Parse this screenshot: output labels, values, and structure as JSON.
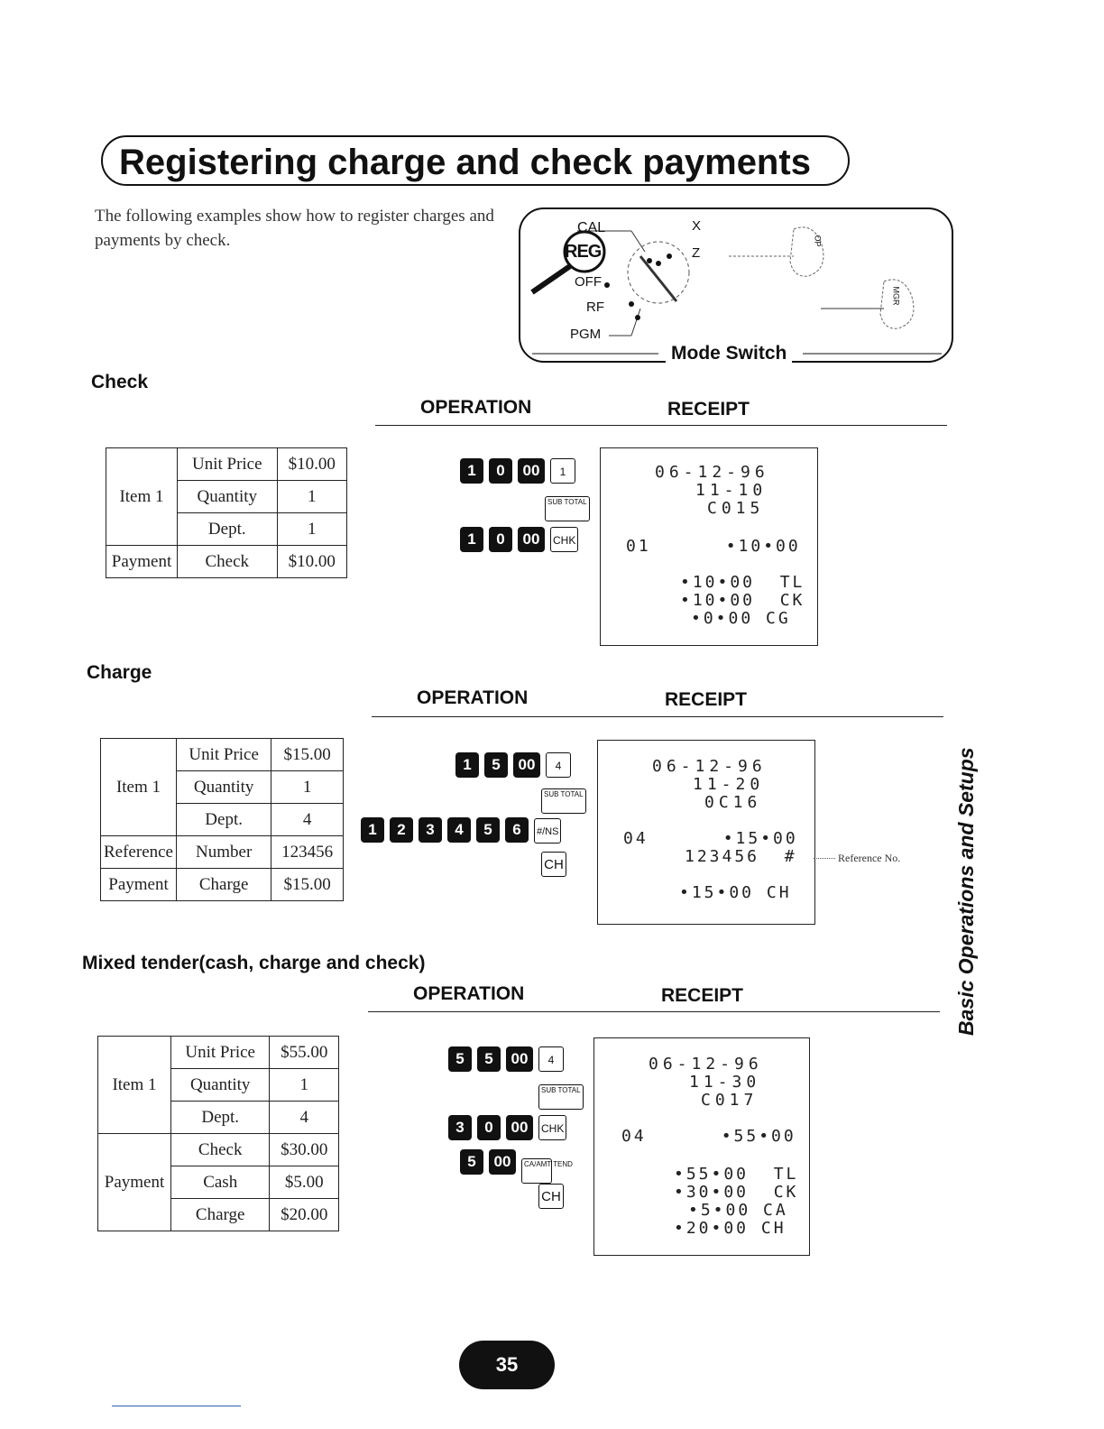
{
  "title": "Registering charge and check payments",
  "intro": "The following examples show how to register charges and payments by check.",
  "mode_switch": {
    "label": "Mode Switch",
    "positions": [
      "CAL",
      "REG",
      "OFF",
      "RF",
      "PGM",
      "X",
      "Z"
    ],
    "keys": [
      "OP",
      "MGR"
    ]
  },
  "headers": {
    "operation": "OPERATION",
    "receipt": "RECEIPT"
  },
  "sections": [
    {
      "name": "Check",
      "table": [
        [
          "Item 1",
          "Unit Price",
          "$10.00"
        ],
        [
          "",
          "Quantity",
          "1"
        ],
        [
          "",
          "Dept.",
          "1"
        ],
        [
          "Payment",
          "Check",
          "$10.00"
        ]
      ],
      "operation": [
        {
          "digits": [
            "1",
            "0",
            "00"
          ],
          "func": "1"
        },
        {
          "digits": [],
          "func": "SUB TOTAL"
        },
        {
          "digits": [
            "1",
            "0",
            "00"
          ],
          "func": "CHK"
        }
      ],
      "receipt": [
        "06-12-96",
        "11-10",
        "C015",
        "01      •10•00",
        "•10•00  TL",
        "•10•00  CK",
        "•0•00 CG"
      ]
    },
    {
      "name": "Charge",
      "table": [
        [
          "Item 1",
          "Unit Price",
          "$15.00"
        ],
        [
          "",
          "Quantity",
          "1"
        ],
        [
          "",
          "Dept.",
          "4"
        ],
        [
          "Reference",
          "Number",
          "123456"
        ],
        [
          "Payment",
          "Charge",
          "$15.00"
        ]
      ],
      "operation": [
        {
          "digits": [
            "1",
            "5",
            "00"
          ],
          "func": "4"
        },
        {
          "digits": [],
          "func": "SUB TOTAL"
        },
        {
          "digits": [
            "1",
            "2",
            "3",
            "4",
            "5",
            "6"
          ],
          "func": "#/NS"
        },
        {
          "digits": [],
          "func": "CH"
        }
      ],
      "receipt": [
        "06-12-96",
        "11-20",
        "0C16",
        "04      •15•00",
        "123456  #",
        "•15•00 CH"
      ],
      "note": "Reference No."
    },
    {
      "name": "Mixed tender(cash, charge and check)",
      "table": [
        [
          "Item 1",
          "Unit Price",
          "$55.00"
        ],
        [
          "",
          "Quantity",
          "1"
        ],
        [
          "",
          "Dept.",
          "4"
        ],
        [
          "Payment",
          "Check",
          "$30.00"
        ],
        [
          "",
          "Cash",
          "$5.00"
        ],
        [
          "",
          "Charge",
          "$20.00"
        ]
      ],
      "operation": [
        {
          "digits": [
            "5",
            "5",
            "00"
          ],
          "func": "4"
        },
        {
          "digits": [],
          "func": "SUB TOTAL"
        },
        {
          "digits": [
            "3",
            "0",
            "00"
          ],
          "func": "CHK"
        },
        {
          "digits": [
            "5",
            "00"
          ],
          "func": "CA/AMT TEND"
        },
        {
          "digits": [],
          "func": "CH"
        }
      ],
      "receipt": [
        "06-12-96",
        "11-30",
        "C017",
        "04      •55•00",
        "•55•00  TL",
        "•30•00  CK",
        "•5•00 CA",
        "•20•00 CH"
      ]
    }
  ],
  "side_title": "Basic Operations and Setups",
  "page_number": "35"
}
